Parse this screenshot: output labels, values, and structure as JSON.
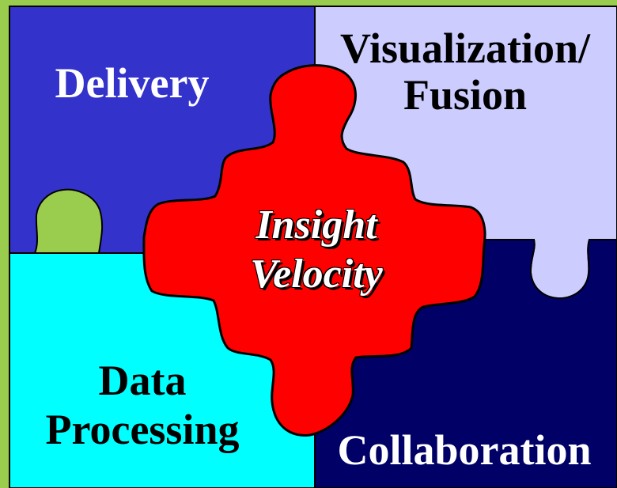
{
  "colors": {
    "background": "#9acd4e",
    "delivery": "#3333cc",
    "visualization": "#ccccff",
    "data_processing": "#00ffff",
    "collaboration": "#000066",
    "center": "#ff0000",
    "outline": "#000000"
  },
  "pieces": {
    "delivery": {
      "label": "Delivery"
    },
    "visualization": {
      "line1": "Visualization/",
      "line2": "Fusion"
    },
    "data_processing": {
      "line1": "Data",
      "line2": "Processing"
    },
    "collaboration": {
      "label": "Collaboration"
    },
    "center": {
      "line1": "Insight",
      "line2": "Velocity"
    }
  }
}
